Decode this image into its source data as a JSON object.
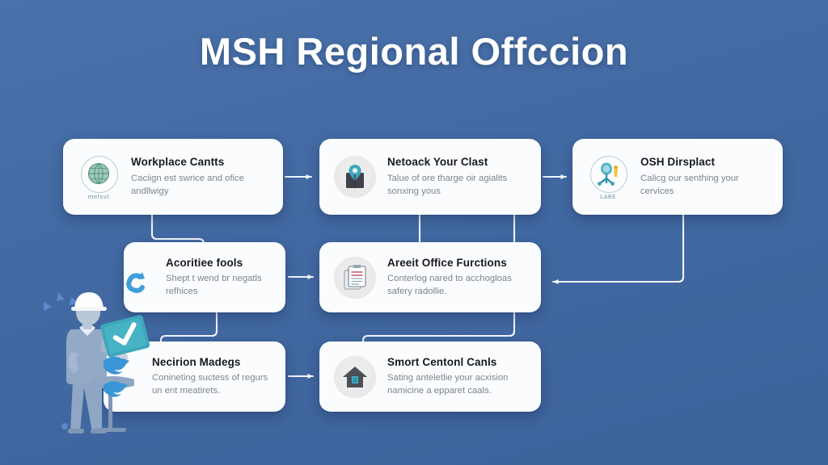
{
  "header": {
    "title": "MSH Regional Offccion"
  },
  "colors": {
    "background": "#4269a2",
    "card": "#fbfcfd",
    "title_text": "#ffffff",
    "card_title_text": "#161a1f",
    "card_body_text": "#7d848c",
    "connector": "#f2f6fb",
    "accent_teal": "#3ba3bd",
    "accent_blue": "#2f8fd6",
    "icon_dark": "#4b4f56"
  },
  "cards": [
    {
      "id": "workplace",
      "title": "Workplace Cantts",
      "subtitle": "Caciign est swrice and ofice andllwigy",
      "icon": "globe-icon",
      "badge_word": "metsvt"
    },
    {
      "id": "network",
      "title": "Netoack Your Clast",
      "subtitle": "Talue of ore tharge oir agialits sonxing yous",
      "icon": "briefcase-location-pin-icon",
      "badge_word": ""
    },
    {
      "id": "osh",
      "title": "OSH Dirsplact",
      "subtitle": "Calicg our senthing your cervices",
      "icon": "lab-flask-icon",
      "badge_word": "LABE"
    },
    {
      "id": "accountability",
      "title": "Acoritiee fools",
      "subtitle": "Shept t wend br negatls refhices",
      "icon": "swirl-arrow-icon",
      "badge_word": ""
    },
    {
      "id": "audit",
      "title": "Areeit Office Furctions",
      "subtitle": "Conterlog nared to acchogloas safery radollie.",
      "icon": "clipboard-document-icon",
      "badge_word": ""
    },
    {
      "id": "negotiation",
      "title": "Necirion Madegs",
      "subtitle": "Conineting suctess of regurs un ent meatirets.",
      "icon": "bird-pair-icon",
      "badge_word": ""
    },
    {
      "id": "smartcontrol",
      "title": "Smort Centonl Canls",
      "subtitle": "Sating anteletlie your acxision namicine a epparet caals.",
      "icon": "house-icon",
      "badge_word": ""
    }
  ],
  "illustration": {
    "name": "worker-with-hardhat-and-checklist",
    "checkmark": "✓"
  }
}
